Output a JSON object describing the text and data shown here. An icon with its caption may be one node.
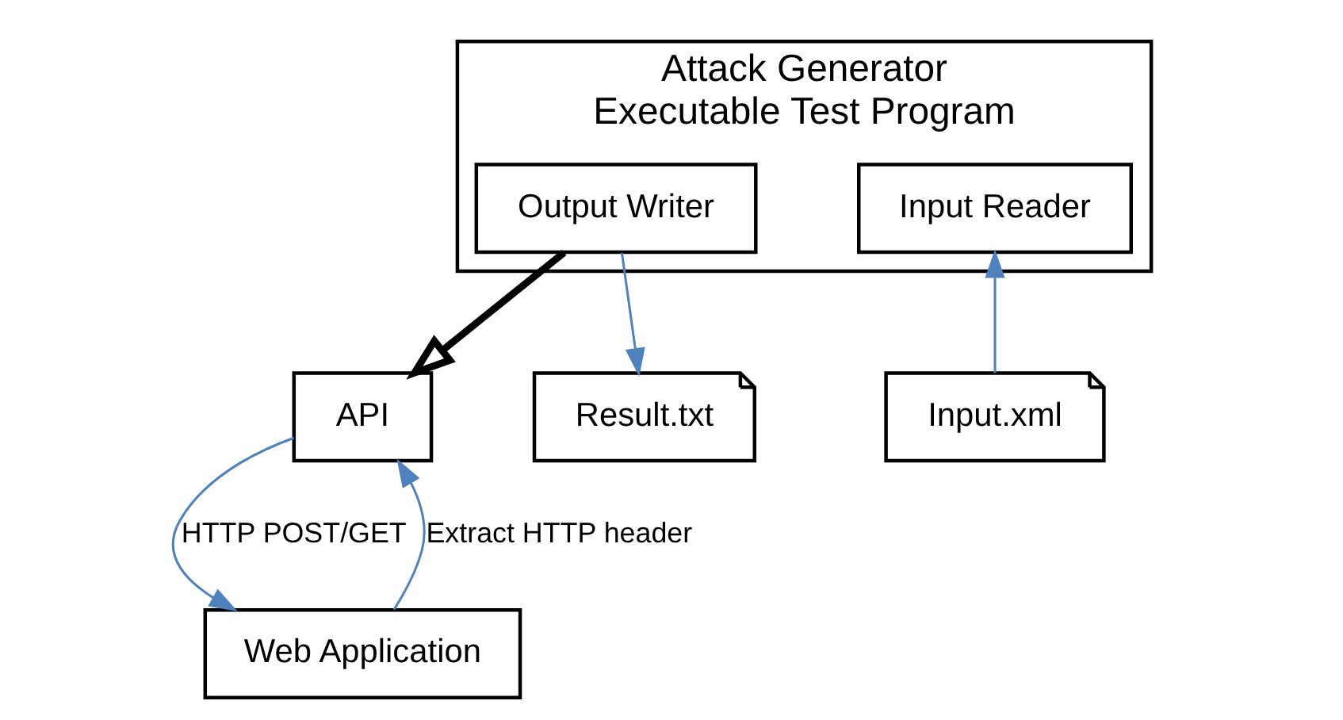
{
  "diagram": {
    "nodes": [
      {
        "text": [
          "Attack Generator",
          "Executable Test Program"
        ]
      },
      {
        "text": [
          "Input Reader"
        ],
        "in": 0
      },
      {
        "text": [
          "Output Writer"
        ],
        "in": 0
      },
      {
        "text": [
          "API"
        ]
      },
      {
        "text": [
          "Web Application"
        ]
      },
      {
        "text": [
          "Input.xml"
        ]
      },
      {
        "text": [
          "Result.txt"
        ]
      }
    ],
    "edges": [
      {
        "from": 2,
        "to": 3,
        "arrow": "to",
        "style": "thick",
        "color": "#000000"
      },
      {
        "from": 3,
        "to": 4,
        "arrow": "to",
        "label": "HTTP POST/GET"
      },
      {
        "from": 4,
        "to": 3,
        "arrow": "to",
        "label": "Extract HTTP header"
      },
      {
        "from": 5,
        "to": 1,
        "arrow": "to"
      },
      {
        "from": 2,
        "to": 6,
        "arrow": "to"
      }
    ]
  }
}
